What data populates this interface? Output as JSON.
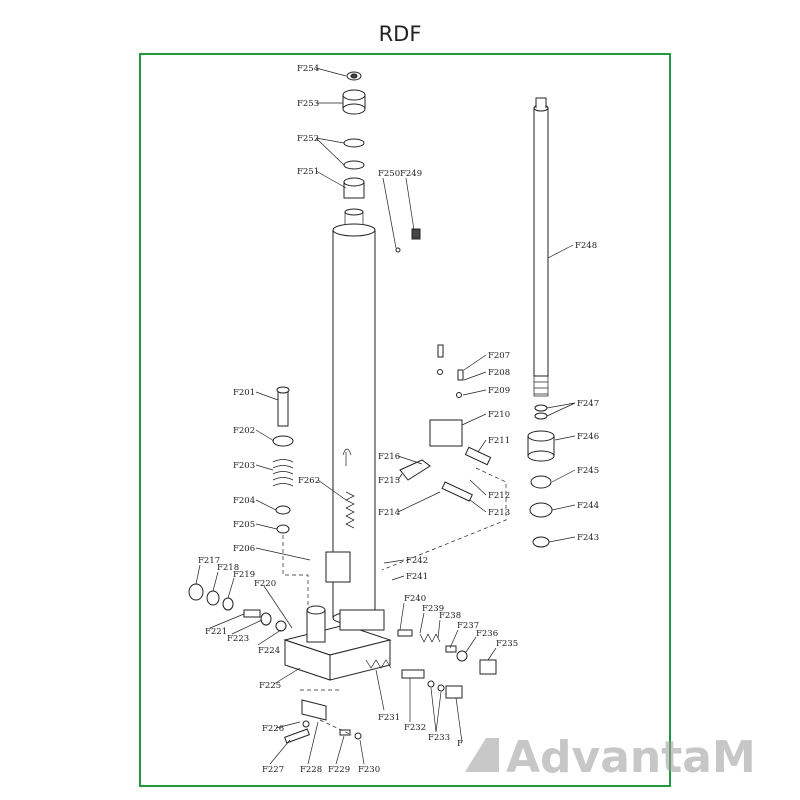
{
  "title": "RDF",
  "watermark": {
    "text": "AdvantaM",
    "color": "#9a9a9a"
  },
  "frame_color": "#1e9a3c",
  "parts": [
    {
      "id": "p254",
      "label": "F254"
    },
    {
      "id": "p253",
      "label": "F253"
    },
    {
      "id": "p252",
      "label": "F252"
    },
    {
      "id": "p251",
      "label": "F251"
    },
    {
      "id": "p250",
      "label": "F250"
    },
    {
      "id": "p249",
      "label": "F249"
    },
    {
      "id": "p248",
      "label": "F248"
    },
    {
      "id": "p247",
      "label": "F247"
    },
    {
      "id": "p246",
      "label": "F246"
    },
    {
      "id": "p245",
      "label": "F245"
    },
    {
      "id": "p244",
      "label": "F244"
    },
    {
      "id": "p243",
      "label": "F243"
    },
    {
      "id": "p201",
      "label": "F201"
    },
    {
      "id": "p202",
      "label": "F202"
    },
    {
      "id": "p203",
      "label": "F203"
    },
    {
      "id": "p204",
      "label": "F204"
    },
    {
      "id": "p205",
      "label": "F205"
    },
    {
      "id": "p206",
      "label": "F206"
    },
    {
      "id": "p262",
      "label": "F262"
    },
    {
      "id": "p207",
      "label": "F207"
    },
    {
      "id": "p208",
      "label": "F208"
    },
    {
      "id": "p209",
      "label": "F209"
    },
    {
      "id": "p210",
      "label": "F210"
    },
    {
      "id": "p211",
      "label": "F211"
    },
    {
      "id": "p212",
      "label": "F212"
    },
    {
      "id": "p213",
      "label": "F213"
    },
    {
      "id": "p214",
      "label": "F214"
    },
    {
      "id": "p215",
      "label": "F215"
    },
    {
      "id": "p216",
      "label": "F216"
    },
    {
      "id": "p242",
      "label": "F242"
    },
    {
      "id": "p241",
      "label": "F241"
    },
    {
      "id": "p240",
      "label": "F240"
    },
    {
      "id": "p239",
      "label": "F239"
    },
    {
      "id": "p238",
      "label": "F238"
    },
    {
      "id": "p237",
      "label": "F237"
    },
    {
      "id": "p236",
      "label": "F236"
    },
    {
      "id": "p235",
      "label": "F235"
    },
    {
      "id": "p217",
      "label": "F217"
    },
    {
      "id": "p218",
      "label": "F218"
    },
    {
      "id": "p219",
      "label": "F219"
    },
    {
      "id": "p220",
      "label": "F220"
    },
    {
      "id": "p221",
      "label": "F221"
    },
    {
      "id": "p223",
      "label": "F223"
    },
    {
      "id": "p224",
      "label": "F224"
    },
    {
      "id": "p225",
      "label": "F225"
    },
    {
      "id": "p231",
      "label": "F231"
    },
    {
      "id": "p232",
      "label": "F232"
    },
    {
      "id": "p233",
      "label": "F233"
    },
    {
      "id": "p226",
      "label": "F226"
    },
    {
      "id": "p227",
      "label": "F227"
    },
    {
      "id": "p228",
      "label": "F228"
    },
    {
      "id": "p229",
      "label": "F229"
    },
    {
      "id": "p230",
      "label": "F230"
    },
    {
      "id": "p234",
      "label": "F"
    }
  ]
}
